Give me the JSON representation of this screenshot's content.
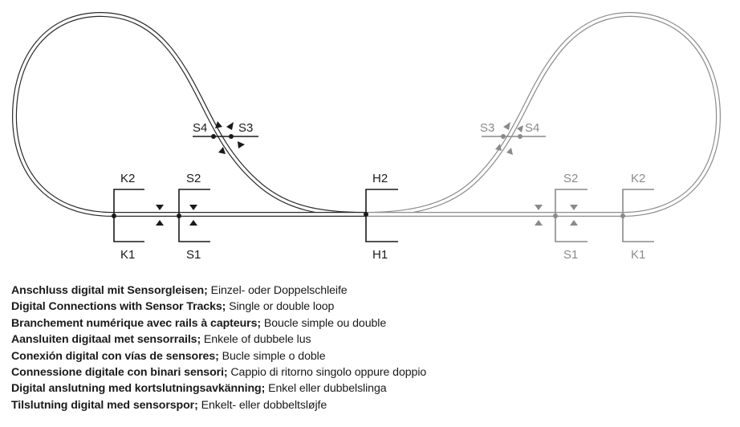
{
  "diagram": {
    "labels_left": {
      "k2": "K2",
      "k1": "K1",
      "s2": "S2",
      "s1": "S1",
      "s4": "S4",
      "s3": "S3"
    },
    "labels_center": {
      "h2": "H2",
      "h1": "H1"
    },
    "labels_right": {
      "s3": "S3",
      "s4": "S4",
      "s2": "S2",
      "s1": "S1",
      "k2": "K2",
      "k1": "K1"
    },
    "colors": {
      "track_dark": "#2a2a2a",
      "track_grey": "#8c8c8c",
      "label_dark": "#1a1a1a",
      "label_grey": "#8a8a8a"
    }
  },
  "captions": [
    {
      "bold": "Anschluss digital mit Sensorgleisen;",
      "normal": " Einzel- oder Doppelschleife"
    },
    {
      "bold": "Digital Connections with Sensor Tracks;",
      "normal": " Single or double loop"
    },
    {
      "bold": "Branchement numérique avec rails à capteurs;",
      "normal": " Boucle simple ou double"
    },
    {
      "bold": "Aansluiten digitaal met sensorrails;",
      "normal": " Enkele of dubbele lus"
    },
    {
      "bold": "Conexión digital con vías de sensores;",
      "normal": " Bucle simple o doble"
    },
    {
      "bold": "Connessione digitale con binari sensori;",
      "normal": " Cappio di ritorno singolo oppure doppio"
    },
    {
      "bold": "Digital anslutning med kortslutningsavkänning;",
      "normal": " Enkel eller dubbelslinga"
    },
    {
      "bold": "Tilslutning digital med sensorspor;",
      "normal": " Enkelt- eller dobbeltsløjfe"
    }
  ]
}
